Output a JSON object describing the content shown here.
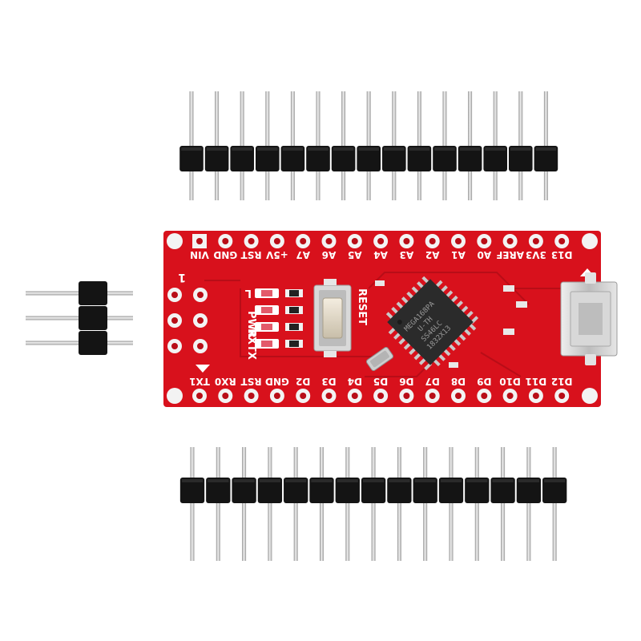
{
  "board": {
    "top_pin_labels": [
      "VIN",
      "GND",
      "RST",
      "+5V",
      "A7",
      "A6",
      "A5",
      "A4",
      "A3",
      "A2",
      "A1",
      "A0",
      "AREF",
      "3V3",
      "D13"
    ],
    "bottom_pin_labels": [
      "TX1",
      "RX0",
      "RST",
      "GND",
      "D2",
      "D3",
      "D4",
      "D5",
      "D6",
      "D7",
      "D8",
      "D9",
      "D10",
      "D11",
      "D12"
    ],
    "pin_one_marker": "1",
    "led_labels": {
      "l": "L",
      "pwr": "PWR",
      "rx": "RX",
      "tx": "TX"
    },
    "reset_label": "RESET",
    "chip_markings": [
      "MEGA168PA",
      "U-TH",
      "SS46LC",
      "1832X13"
    ],
    "colors": {
      "pcb": "#d8111c",
      "pcb_dark": "#b80d17",
      "silk": "#ffffff",
      "header_plastic": "#141414",
      "pin_metal": "#c9c9c9",
      "chip": "#2b2b2b",
      "usb": "#cfcfcf"
    }
  },
  "parts": {
    "top_header_pins": 15,
    "bottom_header_pins": 15,
    "side_header_pins": 3
  }
}
